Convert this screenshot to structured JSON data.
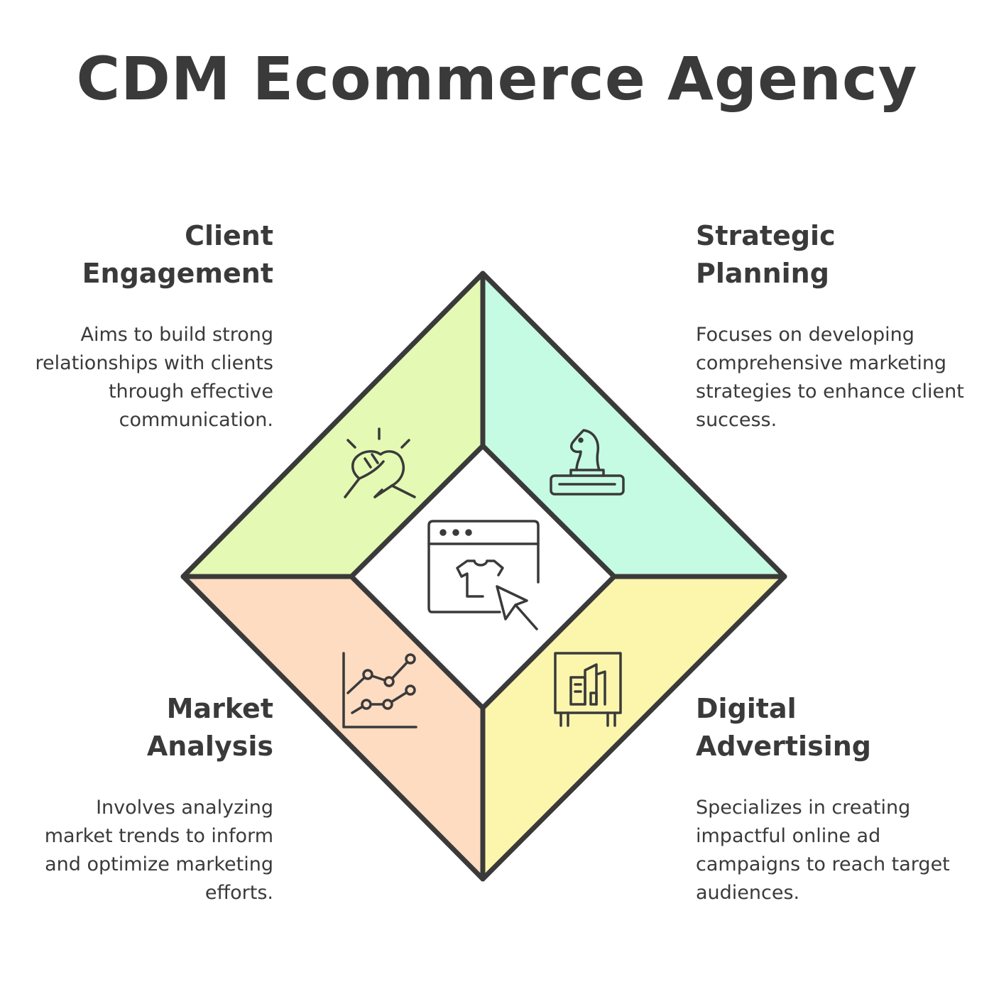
{
  "title": "CDM Ecommerce Agency",
  "quadrants": [
    {
      "id": "client-engagement",
      "title_line1": "Client",
      "title_line2": "Engagement",
      "description": "Aims to build strong relationships with clients through effective communication.",
      "color": "#e4f9b3",
      "icon": "handshake-icon"
    },
    {
      "id": "strategic-planning",
      "title_line1": "Strategic",
      "title_line2": "Planning",
      "description": "Focuses on developing comprehensive marketing strategies to enhance client success.",
      "color": "#c6fbe3",
      "icon": "chess-knight-icon"
    },
    {
      "id": "market-analysis",
      "title_line1": "Market",
      "title_line2": "Analysis",
      "description": "Involves analyzing market trends to inform and optimize marketing efforts.",
      "color": "#fddcc1",
      "icon": "line-chart-icon"
    },
    {
      "id": "digital-advertising",
      "title_line1": "Digital",
      "title_line2": "Advertising",
      "description": "Specializes in creating impactful online ad campaigns to reach target audiences.",
      "color": "#fcf6ad",
      "icon": "billboard-icon"
    }
  ],
  "center": {
    "icon": "online-store-icon"
  },
  "colors": {
    "stroke": "#3a3a3a",
    "text": "#3a3a3a",
    "background": "#ffffff"
  }
}
